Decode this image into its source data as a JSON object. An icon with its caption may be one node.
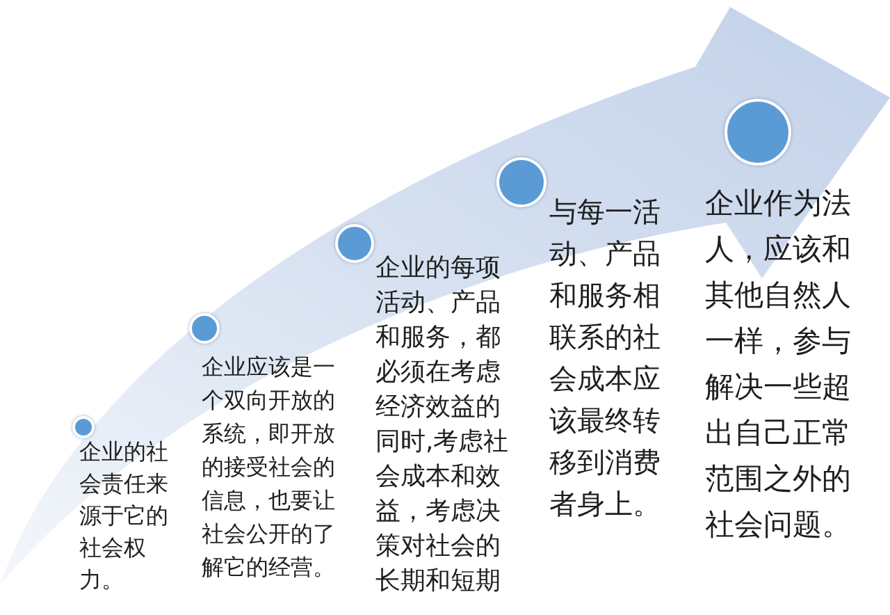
{
  "diagram": {
    "nodes": [
      {
        "text": [],
        "shape": "circle",
        "beside": [
          "企业的社会责任来源于它的社会权力。"
        ]
      },
      {
        "text": [],
        "shape": "circle",
        "beside": [
          "企业应该是一个双向开放的系统，即开放的接受社会的信息，也要让社会公开的了解它的经营。"
        ]
      },
      {
        "text": [],
        "shape": "circle",
        "beside": [
          "企业的每项活动、产品和服务，都必须在考虑经济效益的同时,考虑社会成本和效益，考虑决策对社会的长期和短期"
        ]
      },
      {
        "text": [],
        "shape": "circle",
        "beside": [
          "与每一活动、产品和服务相联系的社会成本应该最终转移到消费者身上。"
        ]
      },
      {
        "text": [],
        "shape": "circle",
        "beside": [
          "企业作为法人，应该和其他自然人一样，参与解决一些超出自己正常范围之外的社会问题。"
        ]
      }
    ]
  }
}
